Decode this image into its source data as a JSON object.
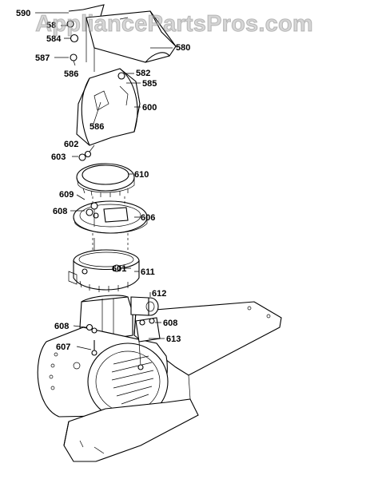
{
  "watermark": "AppliancePartsPros.com",
  "colors": {
    "line": "#000000",
    "background": "#ffffff",
    "watermark": "#b4b4b4"
  },
  "callouts": [
    {
      "id": "590",
      "label": "590"
    },
    {
      "id": "58x",
      "label": "58"
    },
    {
      "id": "584",
      "label": "584"
    },
    {
      "id": "587",
      "label": "587"
    },
    {
      "id": "586a",
      "label": "586"
    },
    {
      "id": "580",
      "label": "580"
    },
    {
      "id": "582",
      "label": "582"
    },
    {
      "id": "585",
      "label": "585"
    },
    {
      "id": "600",
      "label": "600"
    },
    {
      "id": "586b",
      "label": "586"
    },
    {
      "id": "602",
      "label": "602"
    },
    {
      "id": "603",
      "label": "603"
    },
    {
      "id": "610",
      "label": "610"
    },
    {
      "id": "609",
      "label": "609"
    },
    {
      "id": "608a",
      "label": "608"
    },
    {
      "id": "606",
      "label": "606"
    },
    {
      "id": "601",
      "label": "601"
    },
    {
      "id": "611",
      "label": "611"
    },
    {
      "id": "612",
      "label": "612"
    },
    {
      "id": "608b",
      "label": "608"
    },
    {
      "id": "608c",
      "label": "608"
    },
    {
      "id": "613",
      "label": "613"
    },
    {
      "id": "607",
      "label": "607"
    }
  ]
}
